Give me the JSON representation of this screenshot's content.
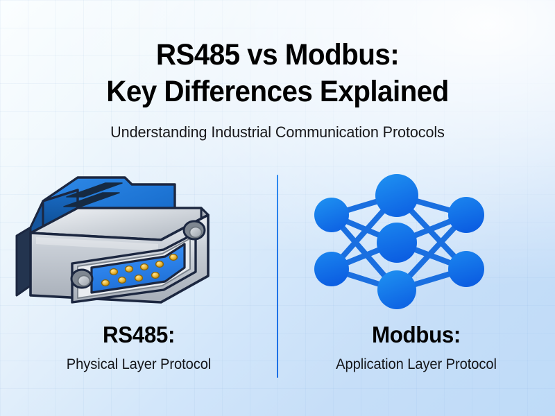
{
  "background": {
    "gradient_from": "#bedbf8",
    "gradient_to": "#fbfeff",
    "grid": true
  },
  "header": {
    "title_line_1": "RS485 vs Modbus:",
    "title_line_2": "Key Differences Explained",
    "subtitle": "Understanding Industrial Communication Protocols",
    "title_color": "#010101",
    "subtitle_color": "#17171a"
  },
  "divider": {
    "color": "#1f74e8",
    "orientation": "vertical"
  },
  "panels": [
    {
      "id": "rs485",
      "illustration": "db9-serial-connector-icon",
      "caption_title": "RS485:",
      "caption_subtitle": "Physical Layer Protocol",
      "colors": {
        "shell_blue": "#1f7ede",
        "shell_blue_dark": "#1161b4",
        "metal_light": "#e8ebef",
        "metal_mid": "#b9bfc7",
        "metal_dark": "#8d949e",
        "outline": "#1c2740",
        "face_blue": "#2f86ee",
        "pin_gold": "#e8b62c"
      },
      "pin_count": 9,
      "pin_rows": [
        5,
        4
      ],
      "screw_holes": 2
    },
    {
      "id": "modbus",
      "illustration": "network-nodes-icon",
      "caption_title": "Modbus:",
      "caption_subtitle": "Application Layer Protocol",
      "colors": {
        "node_blue": "#1277e9",
        "node_blue_light": "#1b8cf0",
        "edge_blue": "#1a6fe0"
      },
      "node_count": 7,
      "layers": [
        2,
        3,
        2
      ]
    }
  ]
}
